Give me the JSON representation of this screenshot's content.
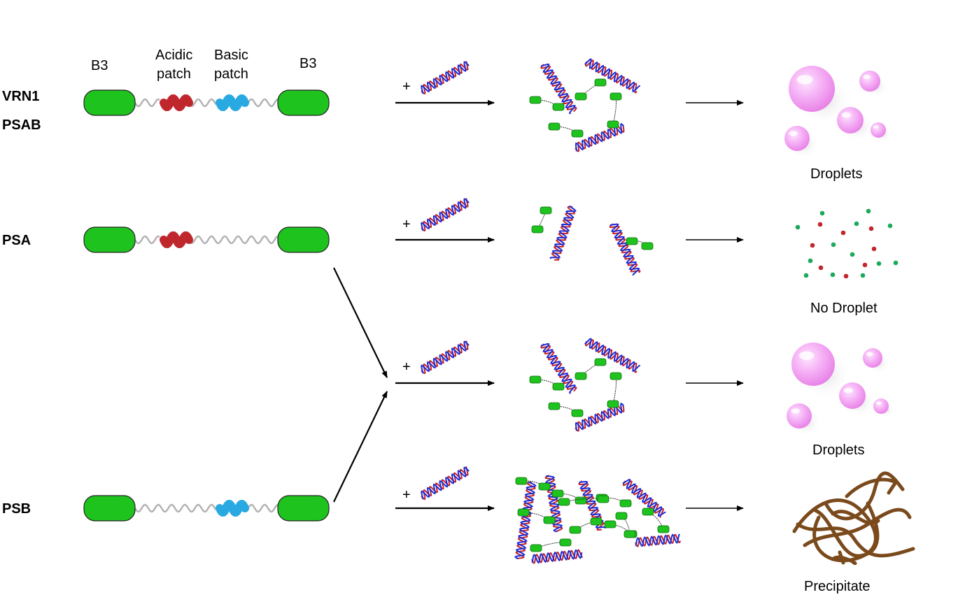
{
  "constructs": {
    "vrn1": "VRN1",
    "psab": "PSAB",
    "psa": "PSA",
    "psb": "PSB"
  },
  "domain_labels": {
    "b3_left": "B3",
    "acidic_line1": "Acidic",
    "acidic_line2": "patch",
    "basic_line1": "Basic",
    "basic_line2": "patch",
    "b3_right": "B3"
  },
  "plus": "+",
  "outcomes": {
    "row1": "Droplets",
    "row2": "No Droplet",
    "row3": "Droplets",
    "row4": "Precipitate"
  },
  "colors": {
    "b3": "#1ec31e",
    "acidic": "#c0272d",
    "basic": "#29a9e1",
    "linker": "#b3b3b3",
    "dna_a": "#c1272d",
    "dna_b": "#1c2bd6",
    "droplet": "#f09ef0",
    "precipitate": "#7a4a1c",
    "dot_green": "#1aaa5a",
    "dot_red": "#c1272d"
  }
}
